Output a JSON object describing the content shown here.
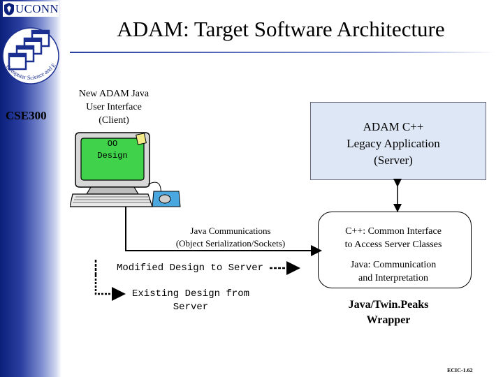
{
  "header": {
    "logo_text": "UCONN",
    "course": "CSE300",
    "seal_text": "Computer Science and Engineering"
  },
  "title": "ADAM: Target Software Architecture",
  "client": {
    "label_line1": "New ADAM Java",
    "label_line2": "User Interface",
    "label_line3": "(Client)",
    "monitor_line1": "OO",
    "monitor_line2": "Design"
  },
  "server": {
    "line1": "ADAM C++",
    "line2": "Legacy Application",
    "line3": "(Server)"
  },
  "communications": {
    "line1": "Java Communications",
    "line2": "(Object Serialization/Sockets)"
  },
  "wrapper": {
    "top_line1": "C++: Common Interface",
    "top_line2": "to Access Server Classes",
    "bottom_line1": "Java: Communication",
    "bottom_line2": "and Interpretation",
    "label_line1": "Java/Twin.Peaks",
    "label_line2": "Wrapper"
  },
  "legend": {
    "modified": "Modified Design to Server",
    "existing_line1": "Existing Design from",
    "existing_line2": "Server"
  },
  "footer": {
    "code": "ECIC-1.62"
  },
  "colors": {
    "sidebar_dark": "#0a1f7a",
    "server_box": "#dde7f5",
    "seal_blue": "#1a2f8f"
  }
}
